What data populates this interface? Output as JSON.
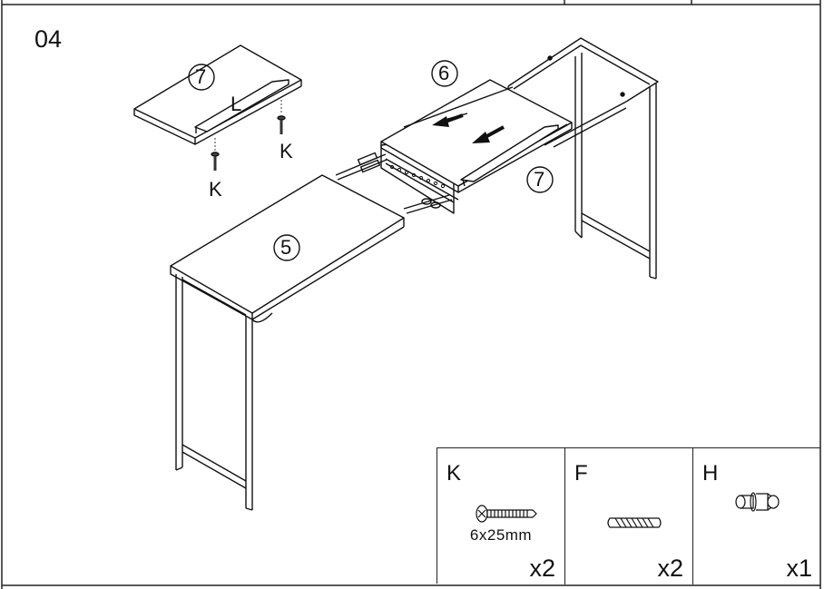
{
  "step": {
    "number": "04"
  },
  "callouts": {
    "board_top_left": "7",
    "board_top_center": "6",
    "board_right": "7",
    "tabletop_main": "5"
  },
  "letters": {
    "l_mark": "L",
    "screw_right": "K",
    "screw_left": "K"
  },
  "parts": [
    {
      "code": "K",
      "size": "6x25mm",
      "qty": "x2",
      "icon": "screw-icon"
    },
    {
      "code": "F",
      "size": "",
      "qty": "x2",
      "icon": "dowel-icon"
    },
    {
      "code": "H",
      "size": "",
      "qty": "x1",
      "icon": "cam-bolt-icon"
    }
  ]
}
